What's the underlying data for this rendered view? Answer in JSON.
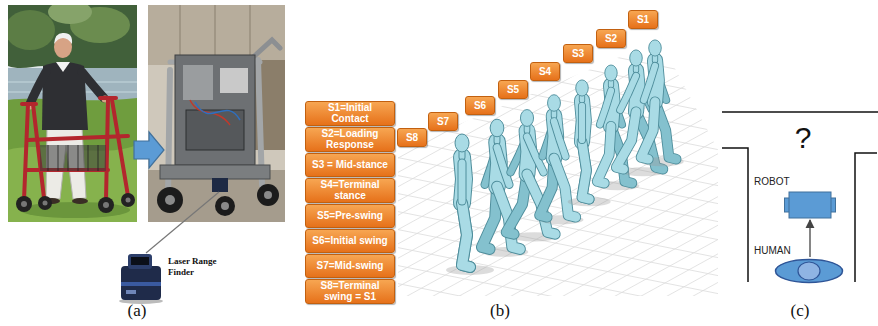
{
  "diagram": {
    "nodes": [
      {
        "text": [
          "S1=Initial Contact"
        ]
      },
      {
        "text": [
          "S2=Loading Response"
        ]
      },
      {
        "text": [
          "S3 = Mid-stance"
        ]
      },
      {
        "text": [
          "S4=Terminal stance"
        ]
      },
      {
        "text": [
          "S5=Pre-swing"
        ]
      },
      {
        "text": [
          "S6=Initial swing"
        ]
      },
      {
        "text": [
          "S7=Mid-swing"
        ]
      },
      {
        "text": [
          "S8=Terminal swing = S1"
        ]
      },
      {
        "text": [
          "S8"
        ]
      },
      {
        "text": [
          "S7"
        ]
      },
      {
        "text": [
          "S6"
        ]
      },
      {
        "text": [
          "S5"
        ]
      },
      {
        "text": [
          "S4"
        ]
      },
      {
        "text": [
          "S3"
        ]
      },
      {
        "text": [
          "S2"
        ]
      },
      {
        "text": [
          "S1"
        ]
      },
      {
        "text": [
          "ROBOT"
        ]
      },
      {
        "text": [
          "HUMAN"
        ]
      }
    ],
    "edges": [
      {
        "from": 17,
        "to": 16,
        "arrow": "to"
      }
    ],
    "labels": [
      "Laser Range Finder",
      "(a)",
      "(b)",
      "?",
      "(c)"
    ]
  }
}
